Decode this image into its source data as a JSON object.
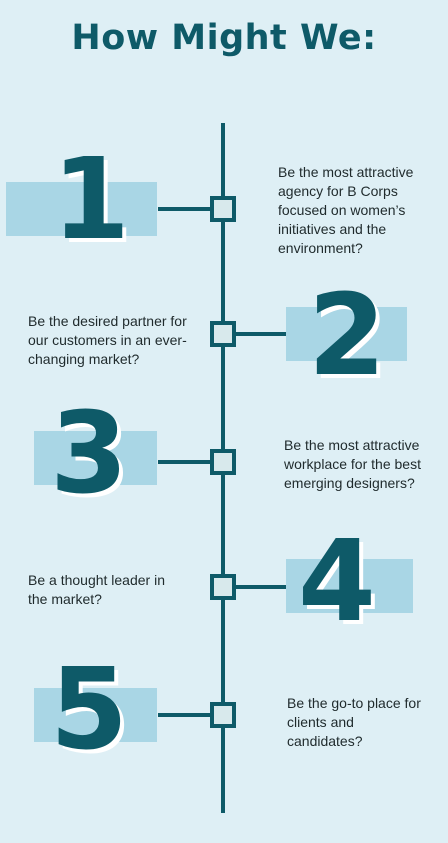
{
  "title": "How Might We:",
  "steps": [
    {
      "number": "1",
      "text": "Be the most attractive agency for B Corps focused on women’s initiatives and the environment?"
    },
    {
      "number": "2",
      "text": "Be the desired partner for our customers in an ever-changing market?"
    },
    {
      "number": "3",
      "text": "Be the most attractive workplace for the best emerging designers?"
    },
    {
      "number": "4",
      "text": "Be a thought leader in the market?"
    },
    {
      "number": "5",
      "text": "Be the go-to place for clients and candidates?"
    }
  ],
  "colors": {
    "primary": "#0e5a68",
    "background": "#deeff5",
    "highlight": "#a9d6e5",
    "text": "#1f2a2c"
  }
}
